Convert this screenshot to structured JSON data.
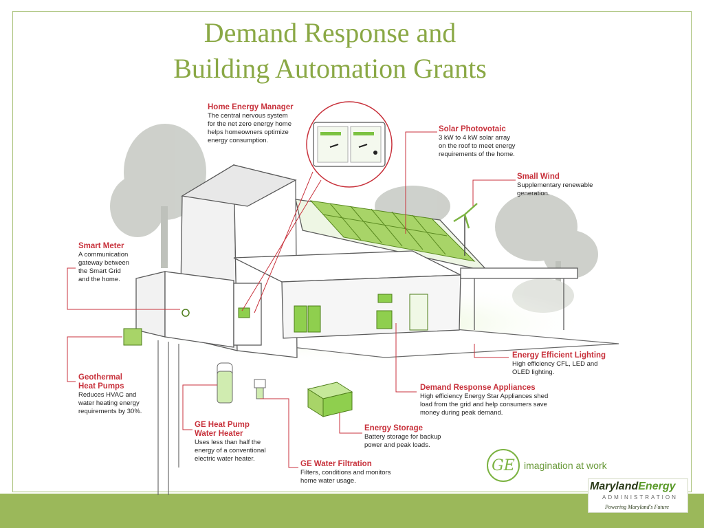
{
  "slide": {
    "title_line1": "Demand Response and",
    "title_line2": "Building Automation Grants"
  },
  "colors": {
    "title": "#8aa845",
    "callout_heading": "#c8323c",
    "accent_green": "#9bb85a",
    "device_green": "#7cc242"
  },
  "callouts": {
    "home_energy_manager": {
      "heading": "Home Energy Manager",
      "body": "The central nervous system\nfor the net zero energy home\nhelps  homeowners optimize\nenergy consumption."
    },
    "solar_photovoltaic": {
      "heading": "Solar Photovotaic",
      "body": "3 kW to 4 kW solar array\non the roof to meet energy\nrequirements of the home."
    },
    "small_wind": {
      "heading": "Small Wind",
      "body": "Supplementary renewable\ngeneration."
    },
    "smart_meter": {
      "heading": "Smart Meter",
      "body": "A communication\ngateway between\nthe Smart Grid\nand the home."
    },
    "energy_efficient_lighting": {
      "heading": "Energy Efficient Lighting",
      "body": "High efficiency CFL, LED and\nOLED lighting."
    },
    "geothermal": {
      "heading": "Geothermal\nHeat Pumps",
      "body": "Reduces HVAC and\nwater heating energy\nrequirements by 30%."
    },
    "demand_response_appliances": {
      "heading": "Demand Response Appliances",
      "body": "High efficiency Energy Star Appliances shed\nload from the grid and help consumers save\nmoney during peak demand."
    },
    "energy_storage": {
      "heading": "Energy Storage",
      "body": "Battery storage for backup\npower and peak loads."
    },
    "heat_pump_water_heater": {
      "heading": "GE Heat Pump\nWater Heater",
      "body": "Uses less than half the\nenergy of a conventional\nelectric water heater."
    },
    "water_filtration": {
      "heading": "GE Water Filtration",
      "body": "Filters, conditions and monitors\nhome water usage."
    }
  },
  "branding": {
    "ge_logo_text": "GE",
    "tagline": "imagination at work",
    "mea_name_part1": "Maryland",
    "mea_name_part2": "Energy",
    "mea_subtitle": "ADMINISTRATION",
    "mea_slogan": "Powering Maryland's Future"
  },
  "icons": [
    "ge-logo-icon",
    "wind-turbine-icon",
    "solar-panel-icon",
    "smart-meter-icon",
    "home-energy-manager-icon"
  ]
}
